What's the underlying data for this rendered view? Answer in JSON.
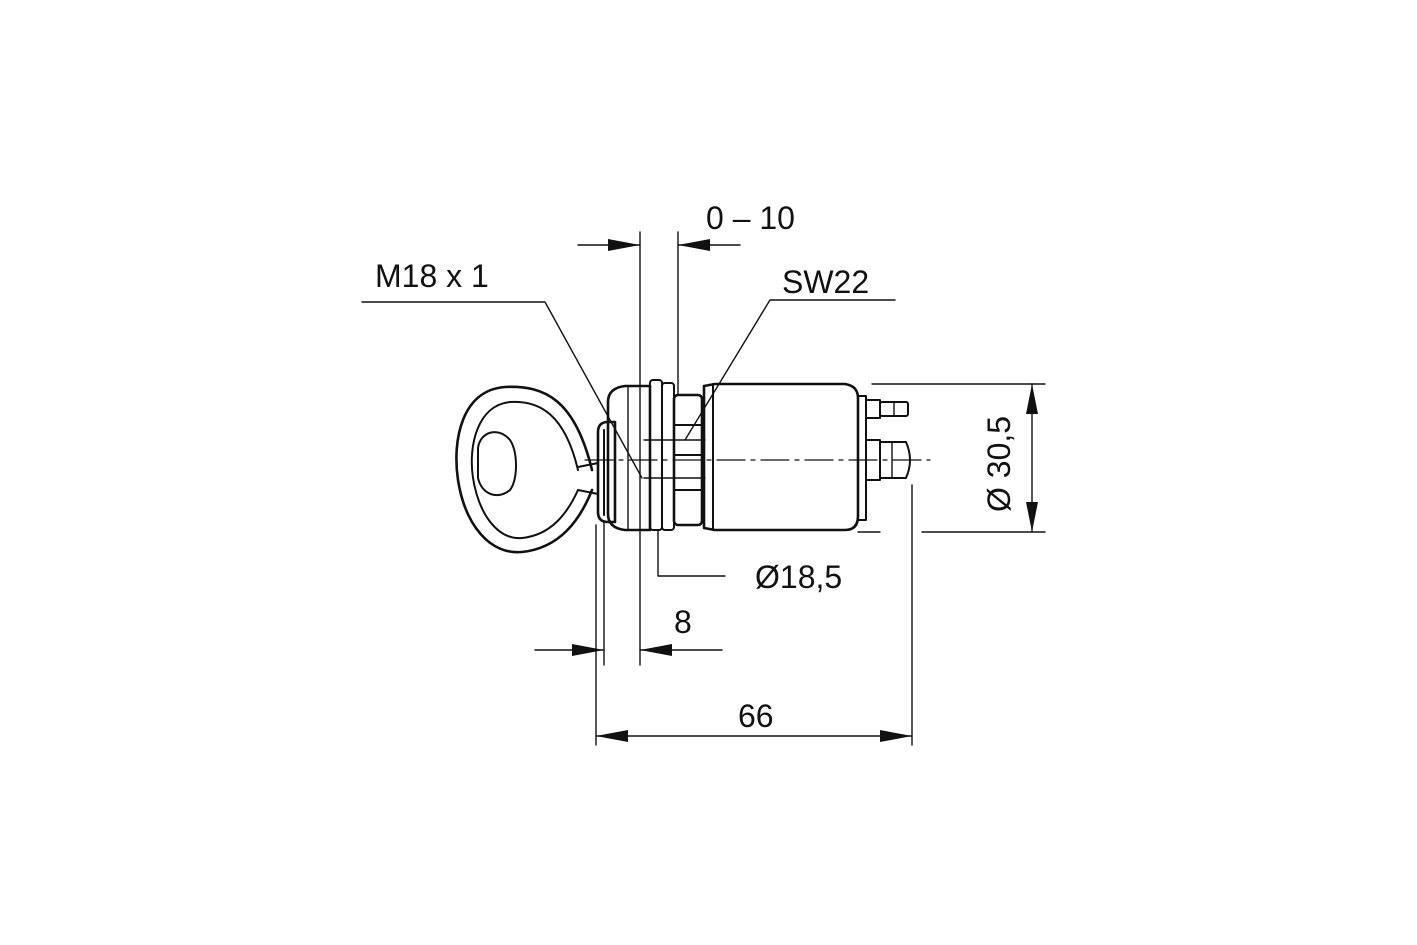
{
  "labels": {
    "adjust_range": "0 – 10",
    "thread": "M18 x 1",
    "wrench_size": "SW22",
    "body_diameter": "Ø 30,5",
    "bore_diameter": "Ø18,5",
    "collar_length": "8",
    "overall_length": "66"
  },
  "colors": {
    "line": "#111111",
    "background": "#ffffff"
  }
}
